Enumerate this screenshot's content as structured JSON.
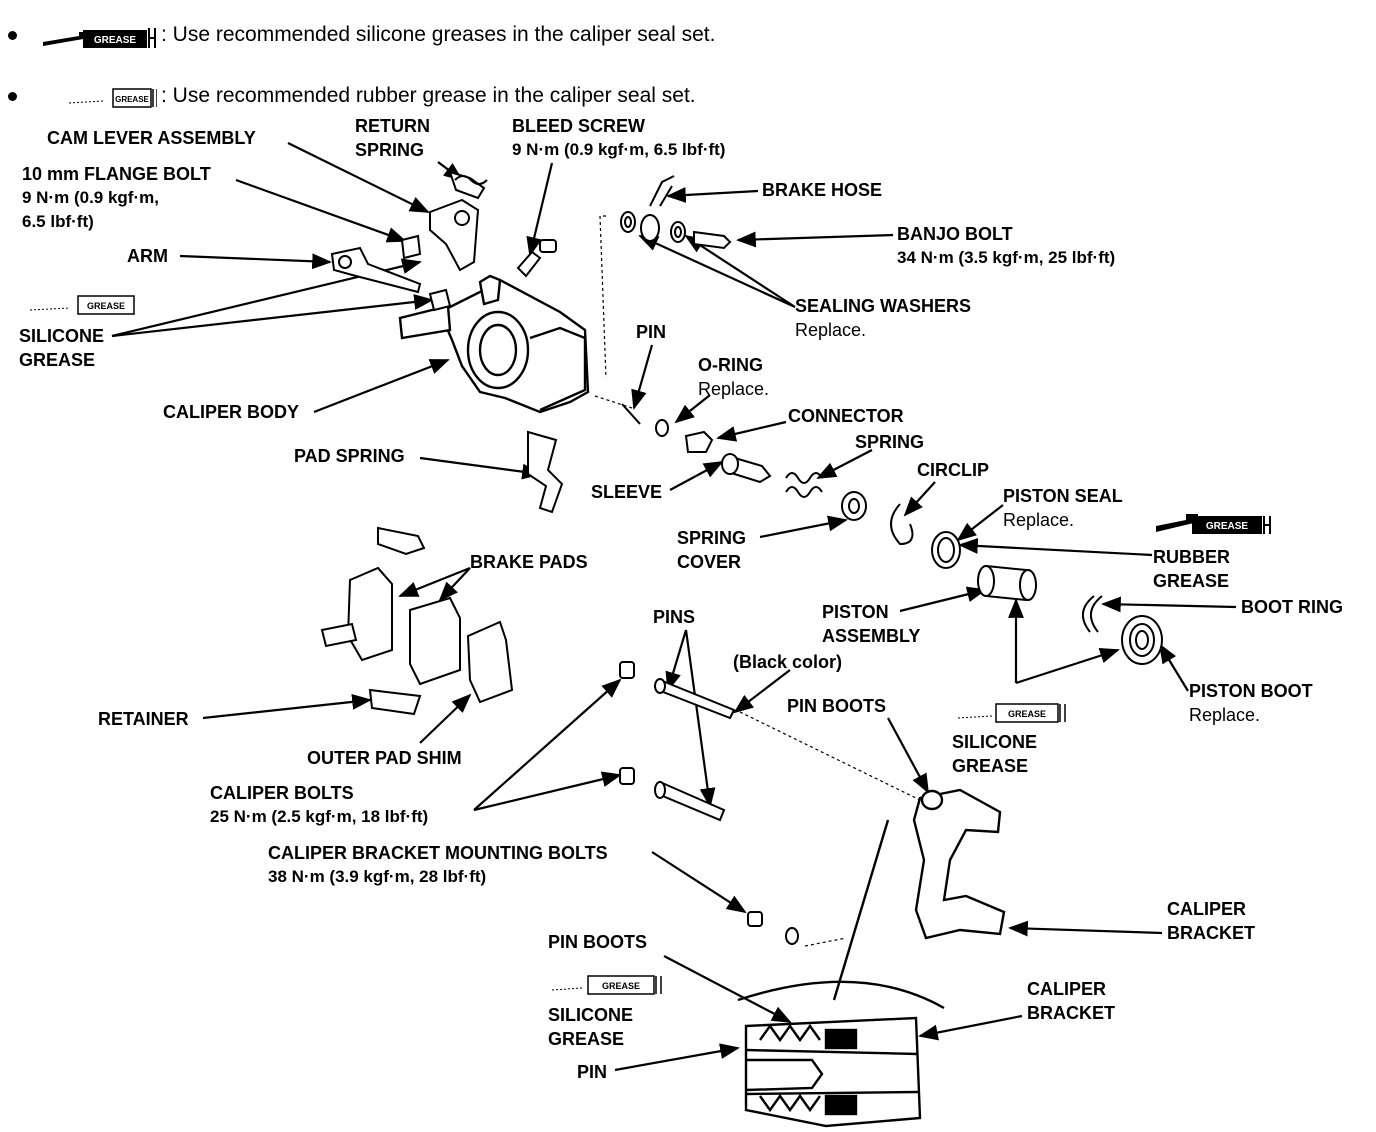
{
  "notes": [
    {
      "symbol": "GREASE",
      "text": ": Use recommended silicone greases in the caliper seal set."
    },
    {
      "symbol": "GREASE",
      "text": ": Use recommended rubber grease in the caliper seal set."
    }
  ],
  "grease_symbol": "GREASE",
  "labels": {
    "cam_lever": "CAM LEVER ASSEMBLY",
    "return_spring_1": "RETURN",
    "return_spring_2": "SPRING",
    "bleed_screw": "BLEED SCREW",
    "bleed_screw_torque": "9 N·m (0.9 kgf·m, 6.5 lbf·ft)",
    "flange_bolt": "10 mm FLANGE BOLT",
    "flange_bolt_torque_1": "9 N·m (0.9 kgf·m,",
    "flange_bolt_torque_2": "6.5 lbf·ft)",
    "brake_hose": "BRAKE HOSE",
    "banjo_bolt": "BANJO BOLT",
    "banjo_bolt_torque": "34 N·m (3.5 kgf·m, 25 lbf·ft)",
    "arm": "ARM",
    "sealing_washers": "SEALING WASHERS",
    "sealing_washers_note": "Replace.",
    "silicone_grease_1a": "SILICONE",
    "silicone_grease_1b": "GREASE",
    "pin_top": "PIN",
    "o_ring": "O-RING",
    "o_ring_note": "Replace.",
    "caliper_body": "CALIPER BODY",
    "connector": "CONNECTOR",
    "spring": "SPRING",
    "pad_spring": "PAD SPRING",
    "circlip": "CIRCLIP",
    "sleeve": "SLEEVE",
    "piston_seal": "PISTON SEAL",
    "piston_seal_note": "Replace.",
    "spring_cover_1": "SPRING",
    "spring_cover_2": "COVER",
    "rubber_grease_1": "RUBBER",
    "rubber_grease_2": "GREASE",
    "brake_pads": "BRAKE PADS",
    "pins": "PINS",
    "piston_assembly_1": "PISTON",
    "piston_assembly_2": "ASSEMBLY",
    "boot_ring": "BOOT RING",
    "black_color": "(Black color)",
    "pin_boots_mid": "PIN BOOTS",
    "piston_boot": "PISTON BOOT",
    "piston_boot_note": "Replace.",
    "retainer": "RETAINER",
    "silicone_grease_2a": "SILICONE",
    "silicone_grease_2b": "GREASE",
    "outer_pad_shim": "OUTER PAD SHIM",
    "caliper_bolts": "CALIPER BOLTS",
    "caliper_bolts_torque": "25 N·m (2.5 kgf·m, 18 lbf·ft)",
    "bracket_bolts": "CALIPER BRACKET MOUNTING BOLTS",
    "bracket_bolts_torque": "38 N·m (3.9 kgf·m, 28 lbf·ft)",
    "caliper_bracket_1a": "CALIPER",
    "caliper_bracket_1b": "BRACKET",
    "pin_boots_bottom": "PIN BOOTS",
    "silicone_grease_3a": "SILICONE",
    "silicone_grease_3b": "GREASE",
    "caliper_bracket_2a": "CALIPER",
    "caliper_bracket_2b": "BRACKET",
    "pin_bottom": "PIN"
  }
}
